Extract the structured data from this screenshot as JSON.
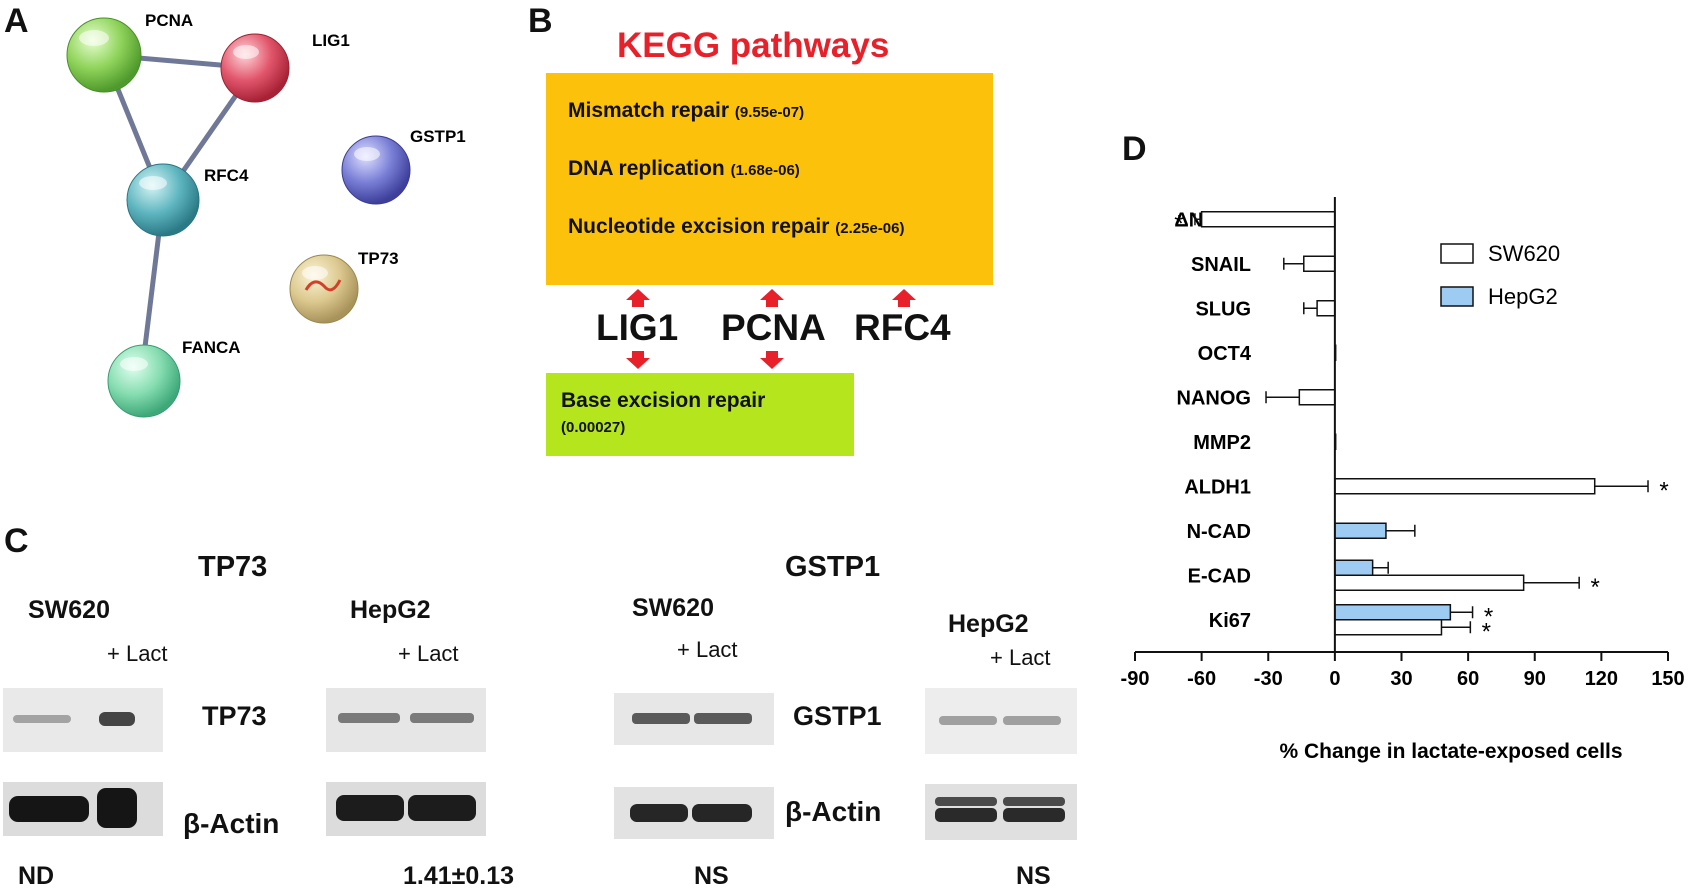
{
  "panels": {
    "a": "A",
    "b": "B",
    "c": "C",
    "d": "D"
  },
  "network": {
    "nodes": [
      {
        "id": "pcna",
        "label": "PCNA"
      },
      {
        "id": "lig1",
        "label": "LIG1"
      },
      {
        "id": "gstp1",
        "label": "GSTP1"
      },
      {
        "id": "rfc4",
        "label": "RFC4"
      },
      {
        "id": "tp73",
        "label": "TP73"
      },
      {
        "id": "fanca",
        "label": "FANCA"
      }
    ],
    "edges": [
      [
        "pcna",
        "lig1"
      ],
      [
        "pcna",
        "rfc4"
      ],
      [
        "lig1",
        "rfc4"
      ],
      [
        "rfc4",
        "fanca"
      ]
    ]
  },
  "kegg": {
    "title": "KEGG pathways",
    "items": [
      {
        "name": "Mismatch repair",
        "p": "(9.55e-07)"
      },
      {
        "name": "DNA replication",
        "p": "(1.68e-06)"
      },
      {
        "name": "Nucleotide excision repair",
        "p": "(2.25e-06)"
      }
    ],
    "genes": [
      "LIG1",
      "PCNA",
      "RFC4"
    ],
    "base_excision": {
      "name": "Base excision repair",
      "p": "(0.00027)"
    },
    "colors": {
      "box": "#fcc20b",
      "base_box": "#b5e61d",
      "arrow": "#e8202a",
      "title": "#e8202a"
    }
  },
  "western": {
    "tp73": {
      "title": "TP73",
      "sw620": {
        "cell": "SW620",
        "treat": "+ Lact",
        "band_label": "TP73",
        "actin_label": "β-Actin",
        "stat": "ND"
      },
      "hepg2": {
        "cell": "HepG2",
        "treat": "+ Lact",
        "stat": "1.41±0.13"
      }
    },
    "gstp1": {
      "title": "GSTP1",
      "sw620": {
        "cell": "SW620",
        "treat": "+ Lact",
        "band_label": "GSTP1",
        "actin_label": "β-Actin",
        "stat": "NS"
      },
      "hepg2": {
        "cell": "HepG2",
        "treat": "+ Lact",
        "stat": "NS"
      }
    }
  },
  "chart_data": {
    "type": "bar",
    "orientation": "horizontal",
    "categories": [
      "ΔNTP73",
      "SNAIL",
      "SLUG",
      "OCT4",
      "NANOG",
      "MMP2",
      "ALDH1",
      "N-CAD",
      "E-CAD",
      "Ki67"
    ],
    "series": [
      {
        "name": "SW620",
        "color": "#ffffff",
        "values": [
          -60,
          -14,
          -8,
          0,
          -16,
          0,
          117,
          null,
          85,
          48
        ],
        "errors": [
          3,
          9,
          6,
          0,
          15,
          0,
          24,
          null,
          25,
          13
        ],
        "sig": [
          true,
          false,
          false,
          false,
          false,
          false,
          true,
          false,
          true,
          true
        ]
      },
      {
        "name": "HepG2",
        "color": "#9ecbf2",
        "values": [
          null,
          null,
          null,
          null,
          null,
          null,
          null,
          23,
          17,
          52
        ],
        "errors": [
          null,
          null,
          null,
          null,
          null,
          null,
          null,
          13,
          7,
          10
        ],
        "sig": [
          false,
          false,
          false,
          false,
          false,
          false,
          false,
          false,
          false,
          true
        ]
      }
    ],
    "xlabel": "% Change in lactate-exposed cells",
    "xlim": [
      -90,
      150
    ],
    "xticks": [
      -90,
      -60,
      -30,
      0,
      30,
      60,
      90,
      120,
      150
    ],
    "sig_marker": "*",
    "legend_position": "top-right"
  }
}
